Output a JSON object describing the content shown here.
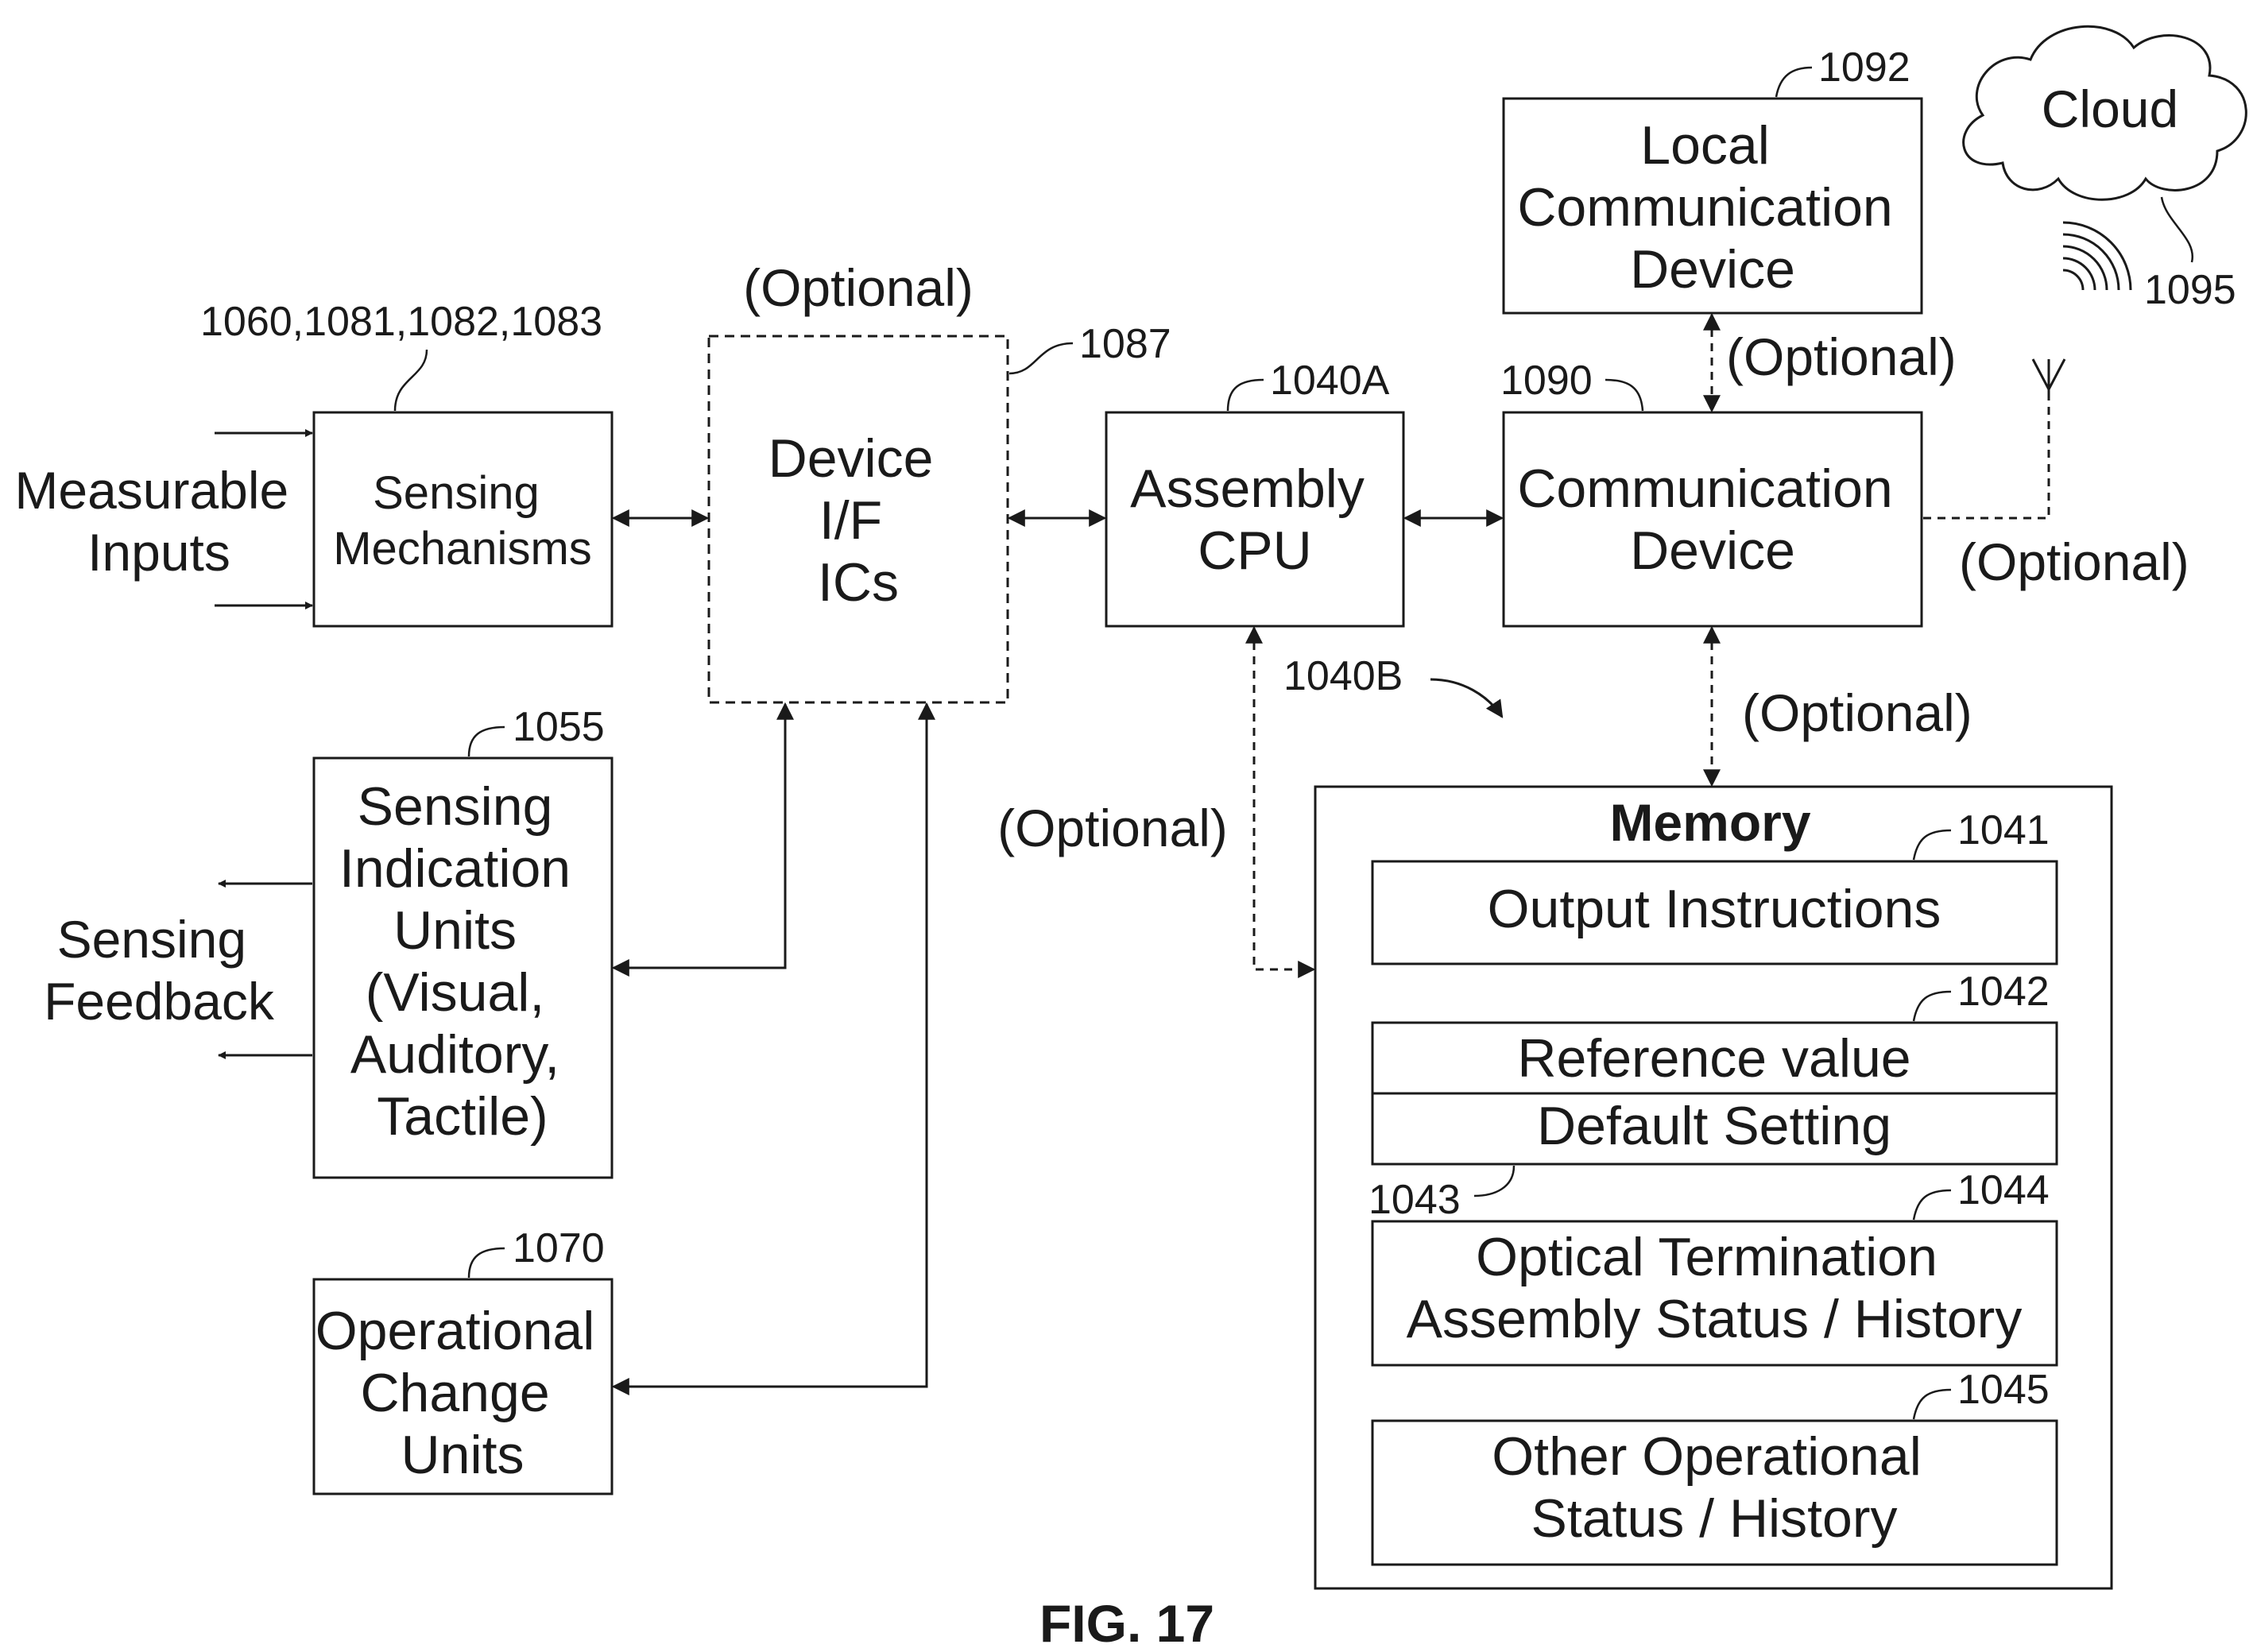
{
  "figure_label": "FIG. 17",
  "blocks": {
    "sensing_mechanisms": {
      "ref": "1060,1081,1082,1083",
      "lines": [
        "Sensing",
        "Mechanisms"
      ]
    },
    "device_if": {
      "ref": "1087",
      "lines": [
        "Device",
        "I/F",
        "ICs"
      ],
      "optional_label": "(Optional)"
    },
    "assembly_cpu": {
      "ref": "1040A",
      "lines": [
        "Assembly",
        "CPU"
      ]
    },
    "communication_device": {
      "ref": "1090",
      "lines": [
        "Communication",
        "Device"
      ]
    },
    "local_comm": {
      "ref": "1092",
      "lines": [
        "Local",
        "Communication",
        "Device"
      ]
    },
    "sensing_indication": {
      "ref": "1055",
      "lines": [
        "Sensing",
        "Indication",
        "Units",
        "(Visual,",
        "Auditory,",
        "Tactile)"
      ]
    },
    "operational_change": {
      "ref": "1070",
      "lines": [
        "Operational",
        "Change",
        "Units"
      ]
    },
    "cloud": {
      "label": "Cloud",
      "ref": "1095"
    }
  },
  "side_labels": {
    "measurable_inputs": [
      "Measurable",
      "Inputs"
    ],
    "sensing_feedback": [
      "Sensing",
      "Feedback"
    ]
  },
  "optional_labels": {
    "local_comm_link": "(Optional)",
    "antenna_link": "(Optional)",
    "memory_link": "(Optional)",
    "cpu_memory_link": "(Optional)"
  },
  "memory": {
    "title": "Memory",
    "ref": "1040B",
    "sections": {
      "output_instructions": {
        "ref": "1041",
        "lines": [
          "Output Instructions"
        ]
      },
      "reference_value": {
        "ref": "1042",
        "lines": [
          "Reference value"
        ]
      },
      "default_setting": {
        "ref": "1043",
        "lines": [
          "Default Setting"
        ]
      },
      "optical_termination": {
        "ref": "1044",
        "lines": [
          "Optical Termination",
          "Assembly Status / History"
        ]
      },
      "other_operational": {
        "ref": "1045",
        "lines": [
          "Other Operational",
          "Status / History"
        ]
      }
    }
  }
}
